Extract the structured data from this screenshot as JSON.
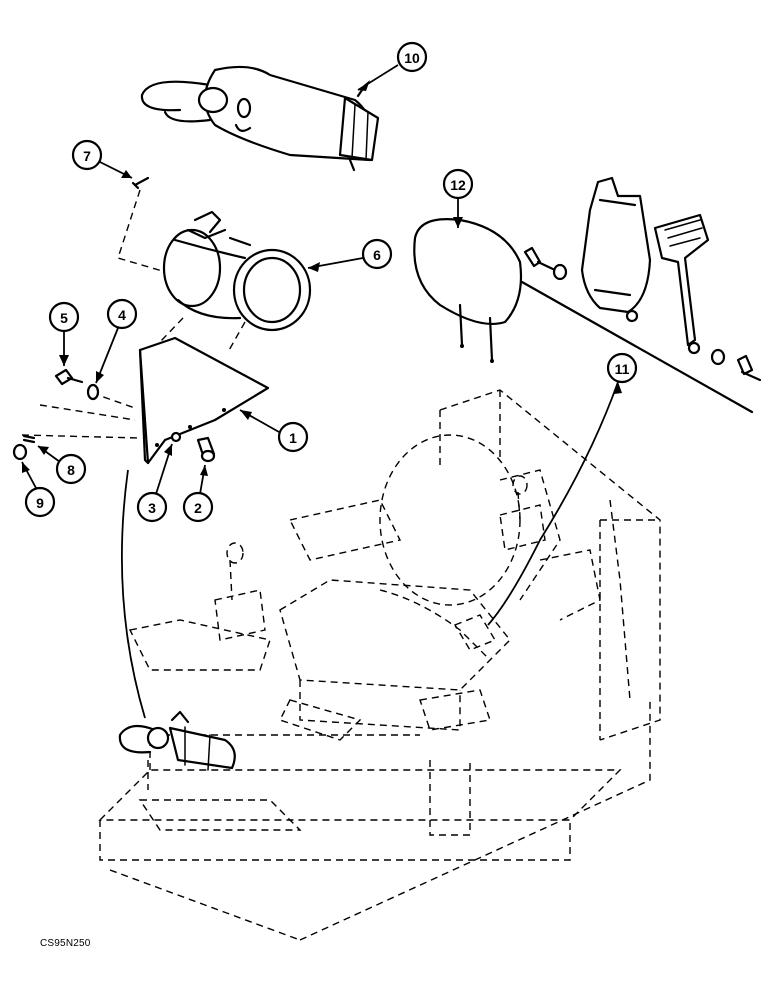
{
  "callouts": {
    "c1": "1",
    "c2": "2",
    "c3": "3",
    "c4": "4",
    "c5": "5",
    "c6": "6",
    "c7": "7",
    "c8": "8",
    "c9": "9",
    "c10": "10",
    "c11": "11",
    "c12": "12"
  },
  "reference_code": "CS95N250"
}
